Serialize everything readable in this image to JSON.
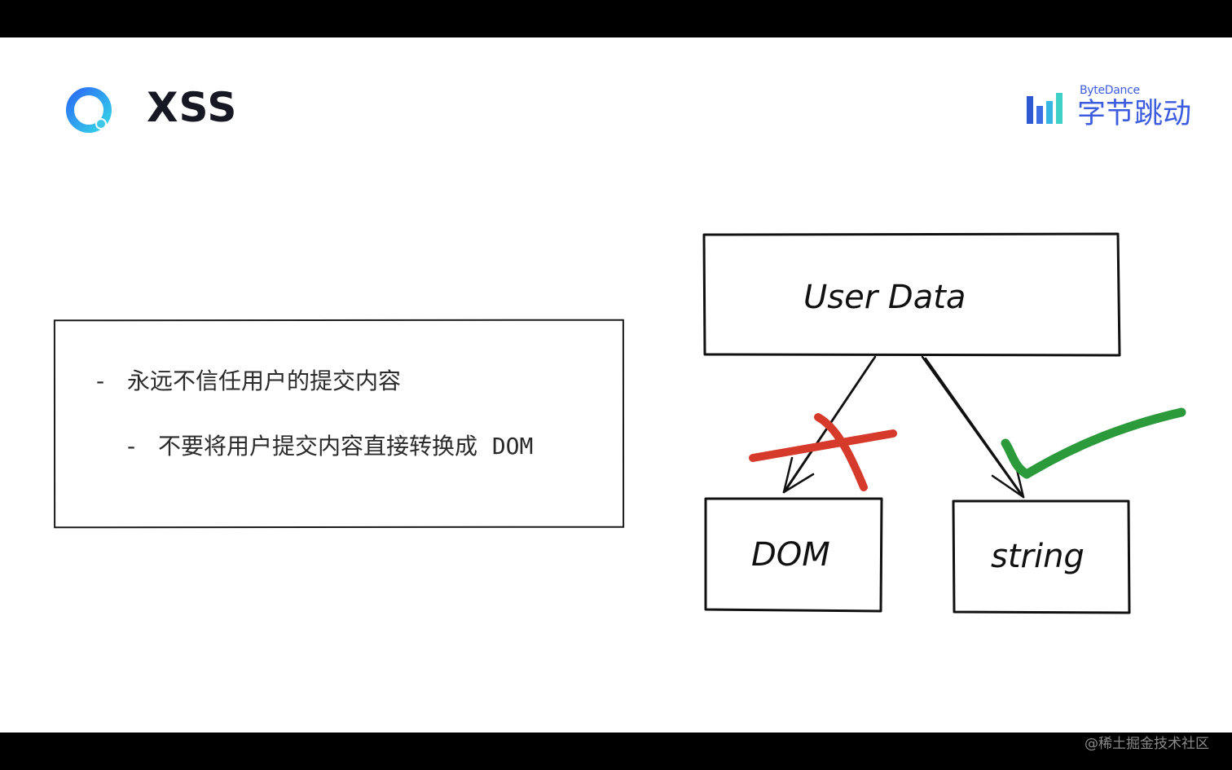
{
  "slide": {
    "title": "XSS",
    "brand_en": "ByteDance",
    "brand_cn": "字节跳动"
  },
  "bullets": [
    {
      "dash": "-",
      "text": "永远不信任用户的提交内容"
    },
    {
      "dash": "-",
      "text_cn": "不要将用户提交内容直接转换成",
      "text_code": "DOM"
    }
  ],
  "diagram": {
    "top_box": "User Data",
    "left_box": "DOM",
    "right_box": "string",
    "wrong_mark_color": "#d63a2a",
    "right_mark_color": "#2a9a3a"
  },
  "watermark": "@稀土掘金技术社区"
}
